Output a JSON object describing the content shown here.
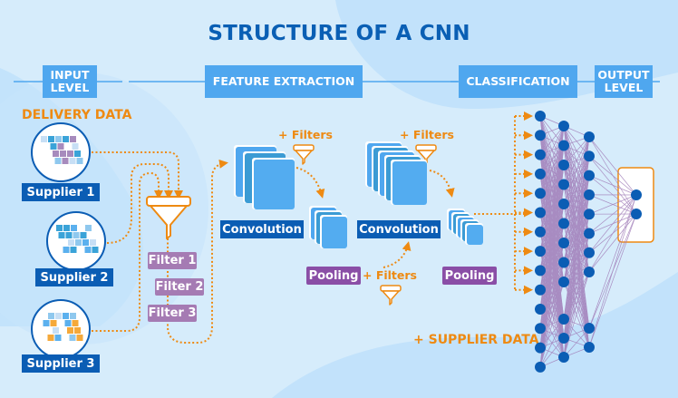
{
  "title": "STRUCTURE OF A CNN",
  "headers": {
    "input_level": "INPUT\nLEVEL",
    "feature_extraction": "FEATURE EXTRACTION",
    "classification": "CLASSIFICATION",
    "output_level": "OUTPUT\nLEVEL"
  },
  "annotations": {
    "delivery_data": "DELIVERY DATA",
    "supplier_data": "+ SUPPLIER DATA",
    "filters_1": "+ Filters",
    "filters_2": "+ Filters",
    "filters_3": "+ Filters"
  },
  "suppliers": [
    {
      "label": "Supplier 1",
      "palette": "purple-blue"
    },
    {
      "label": "Supplier 2",
      "palette": "blue"
    },
    {
      "label": "Supplier 3",
      "palette": "orange-blue"
    }
  ],
  "filters": [
    "Filter 1",
    "Filter 2",
    "Filter 3"
  ],
  "stages": {
    "convolution_1": "Convolution",
    "pooling_1": "Pooling",
    "convolution_2": "Convolution",
    "pooling_2": "Pooling"
  },
  "network": {
    "layers": [
      14,
      12,
      10,
      2
    ],
    "input_arrows": 10
  },
  "colors": {
    "background": "#d6ecfb",
    "title": "#0a5fb4",
    "header": "#4fa7ef",
    "label_dark": "#0b5db4",
    "pooling": "#8a4ea6",
    "filter_tag": "#a57bb3",
    "accent_orange": "#ee8a12",
    "node": "#0b5db4",
    "edge": "#a07cb8"
  }
}
